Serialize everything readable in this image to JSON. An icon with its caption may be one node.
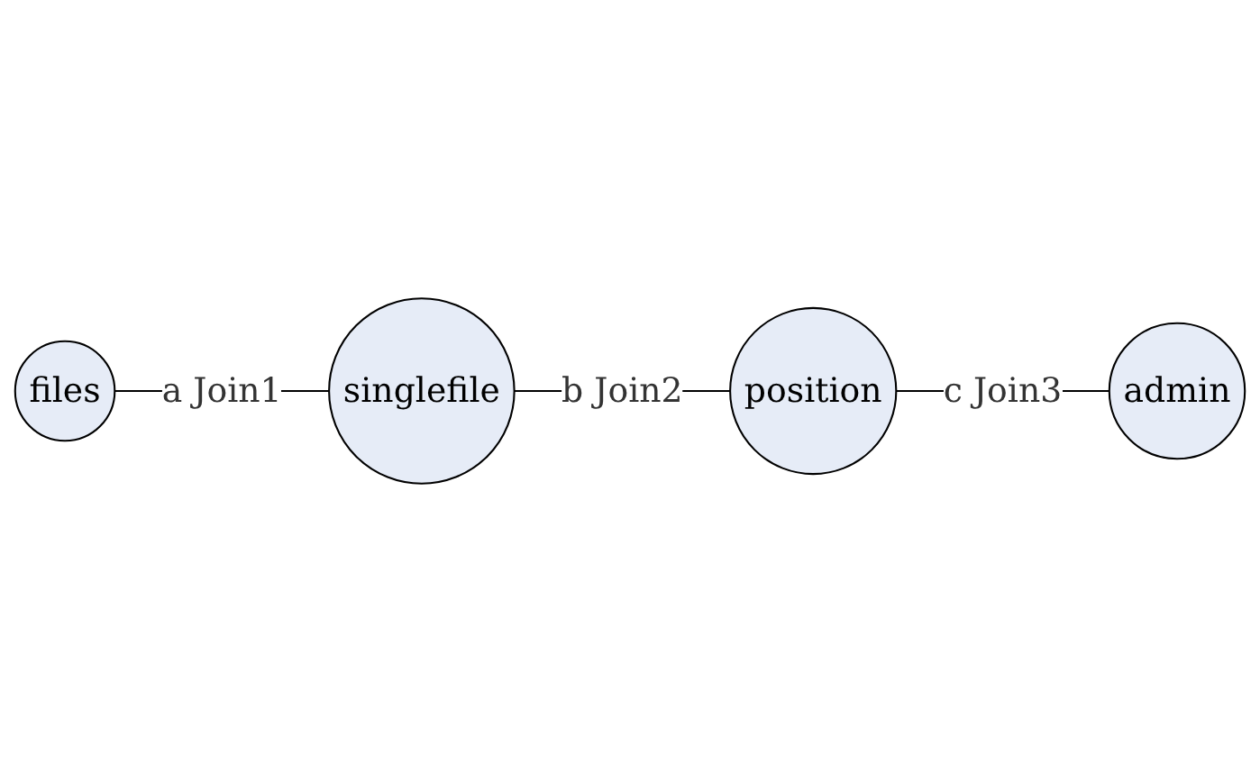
{
  "diagram": {
    "nodes": [
      {
        "text": [
          "position"
        ]
      },
      {
        "text": [
          "admin"
        ]
      },
      {
        "text": [
          "files"
        ]
      },
      {
        "text": [
          "singlefile"
        ]
      }
    ],
    "edges": [
      {
        "from": 2,
        "to": 3,
        "label": "a Join1",
        "arrow": "none"
      },
      {
        "from": 3,
        "to": 0,
        "label": "b Join2",
        "arrow": "none"
      },
      {
        "from": 0,
        "to": 1,
        "label": "c Join3",
        "arrow": "none"
      }
    ]
  }
}
